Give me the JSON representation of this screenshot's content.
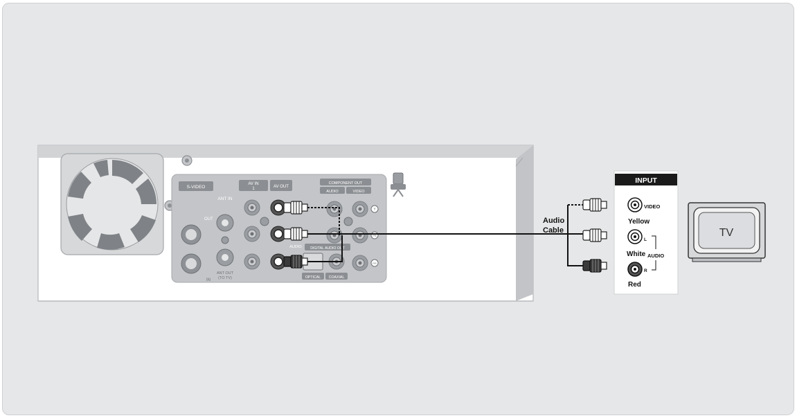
{
  "recorder": {
    "labels": {
      "s_video": "S-VIDEO",
      "out": "OUT",
      "in": "IN",
      "ant_in": "ANT IN",
      "ant_out": "ANT OUT",
      "to_tv": "(TO TV)",
      "av_in": "AV IN",
      "av_in_num": "1",
      "av_out": "AV OUT",
      "component_out": "COMPONENT OUT",
      "comp_audio": "AUDIO",
      "comp_video": "VIDEO",
      "audio": "AUDIO",
      "digital_audio_out": "DIGITAL AUDIO OUT",
      "optical": "OPTICAL",
      "coaxial": "COAXIAL",
      "y": "Y",
      "pb": "PB",
      "pr": "PR"
    }
  },
  "cable": {
    "label_line1": "Audio",
    "label_line2": "Cable"
  },
  "tv_input_panel": {
    "header": "INPUT",
    "video_jack": "VIDEO",
    "yellow": "Yellow",
    "left_jack": "L",
    "white": "White",
    "audio": "AUDIO",
    "right_jack": "R",
    "red": "Red"
  },
  "tv": {
    "label": "TV"
  },
  "colors": {
    "background": "#e6e7e8",
    "device_body": "#ffffff",
    "device_panel": "#d8d9db",
    "connector_area": "#bfc1c4",
    "jack_grey": "#8e9195",
    "plug_dark": "#2b2b2b",
    "header_bg": "#1a1a1a"
  }
}
